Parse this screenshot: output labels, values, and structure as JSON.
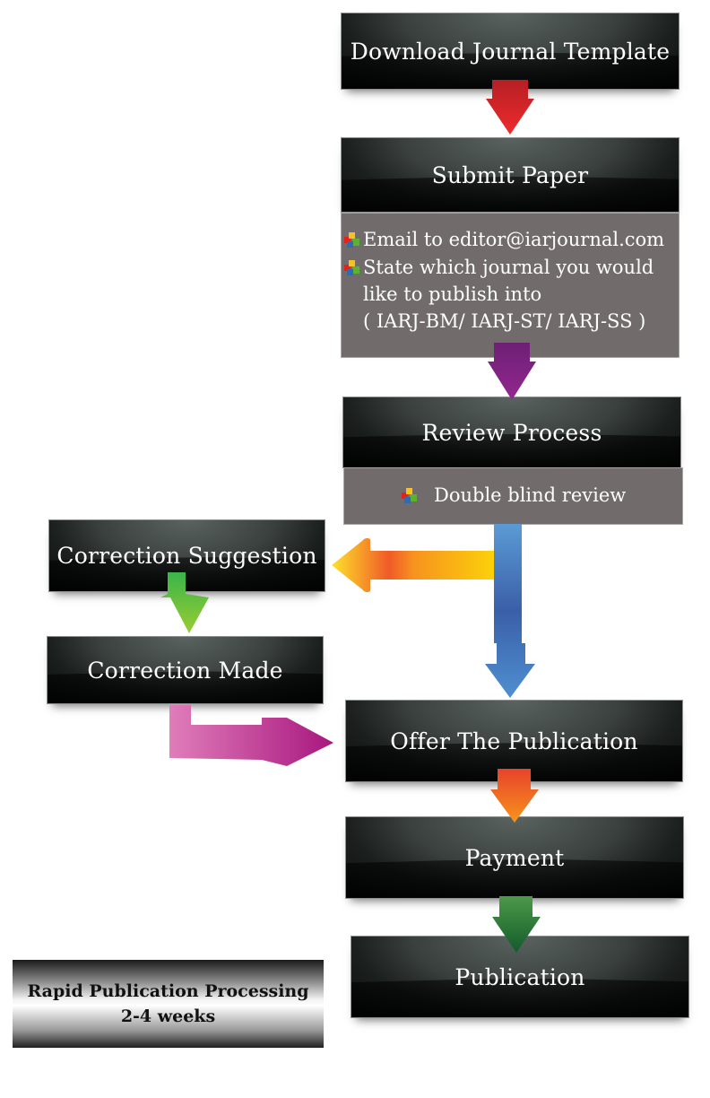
{
  "steps": [
    {
      "id": "download",
      "label": "Download Journal Template"
    },
    {
      "id": "submit",
      "label": "Submit Paper"
    },
    {
      "id": "review",
      "label": "Review Process"
    },
    {
      "id": "correction_suggestion",
      "label": "Correction Suggestion"
    },
    {
      "id": "correction_made",
      "label": "Correction Made"
    },
    {
      "id": "offer",
      "label": "Offer The Publication"
    },
    {
      "id": "payment",
      "label": "Payment"
    },
    {
      "id": "publication",
      "label": "Publication"
    }
  ],
  "submit_details": {
    "bullet1": "Email to editor@iarjournal.com",
    "bullet2_line1": "State which journal you would",
    "bullet2_line2": "like to publish into",
    "bullet2_line3": "( IARJ-BM/ IARJ-ST/ IARJ-SS )"
  },
  "review_details": {
    "bullet1": "Double blind review"
  },
  "note": {
    "line1": "Rapid Publication Processing",
    "line2": "2-4 weeks"
  },
  "arrow_colors": {
    "download_to_submit": "#e3262b",
    "submit_to_review": "#8c2a8e",
    "review_to_correction": "#f7a81c",
    "review_to_offer": "#3c63ae",
    "suggestion_to_made": "#7dc143",
    "made_to_offer": "#c23e98",
    "offer_to_payment": "#f26522",
    "payment_to_publication": "#1f6a35"
  }
}
